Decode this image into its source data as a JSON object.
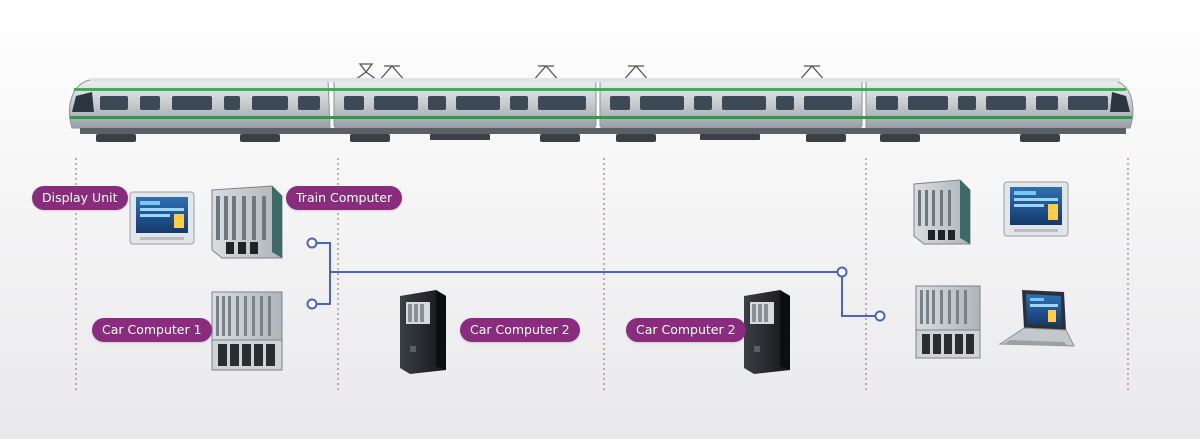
{
  "labels": {
    "display_unit": "Display Unit",
    "train_computer": "Train Computer",
    "car_computer_1": "Car Computer 1",
    "car_computer_2_a": "Car Computer 2",
    "car_computer_2_b": "Car Computer 2"
  },
  "colors": {
    "label_bg": "#8a2c7d",
    "network_line": "#4a63c9",
    "divider": "#a8587f",
    "train_body": "#c8cdd0",
    "train_stripe": "#2e9a4a"
  },
  "icons": {
    "train": "metro-train-icon",
    "display_unit": "display-panel-icon",
    "train_computer": "rack-computer-icon",
    "car_computer_1": "rack-computer-icon",
    "car_computer_2": "tower-computer-icon",
    "laptop": "laptop-icon"
  }
}
